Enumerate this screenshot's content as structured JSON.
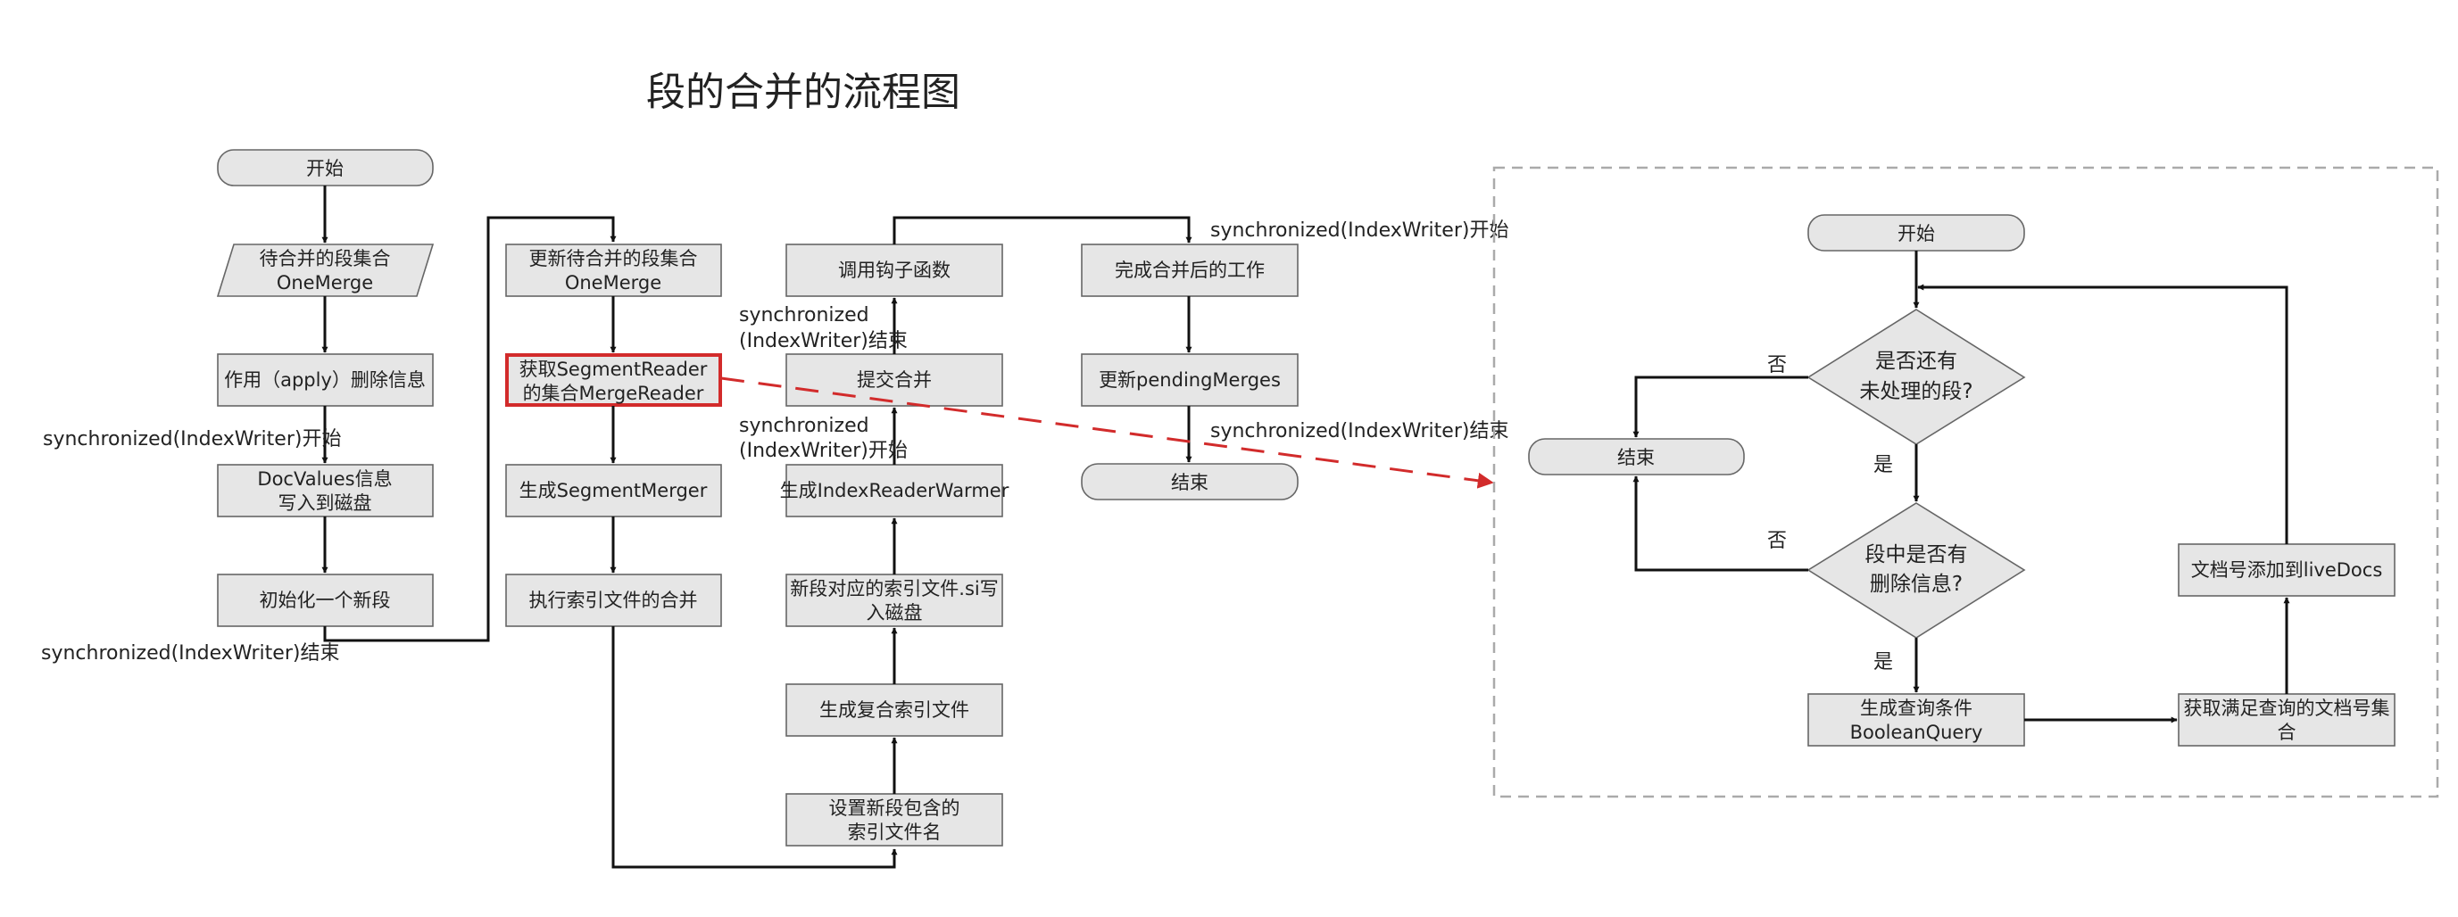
{
  "title": "段的合并的流程图",
  "colors": {
    "node_fill": "#e6e6e6",
    "node_stroke": "#666666",
    "highlight": "#d22b2b",
    "edge": "#111111",
    "frame": "#aaaaaa"
  },
  "main_flow": {
    "start": "开始",
    "merge_set_1": "待合并的段集合",
    "merge_set_2": "OneMerge",
    "apply_deletes": "作用（apply）删除信息",
    "docvalues_1": "DocValues信息",
    "docvalues_2": "写入到磁盘",
    "init_segment": "初始化一个新段",
    "update_set_1": "更新待合并的段集合",
    "update_set_2": "OneMerge",
    "get_reader_1": "获取SegmentReader",
    "get_reader_2": "的集合MergeReader",
    "gen_merger": "生成SegmentMerger",
    "exec_merge": "执行索引文件的合并",
    "set_files_1": "设置新段包含的",
    "set_files_2": "索引文件名",
    "gen_compound": "生成复合索引文件",
    "write_si_1": "新段对应的索引文件.si写",
    "write_si_2": "入磁盘",
    "gen_warmer": "生成IndexReaderWarmer",
    "commit_merge": "提交合并",
    "call_hook": "调用钩子函数",
    "finish_work": "完成合并后的工作",
    "update_pending": "更新pendingMerges",
    "end": "结束"
  },
  "annotations": {
    "sync_start_1": "synchronized(IndexWriter)开始",
    "sync_end_1": "synchronized(IndexWriter)结束",
    "sync_end_2a": "synchronized",
    "sync_end_2b": "(IndexWriter)结束",
    "sync_start_2a": "synchronized",
    "sync_start_2b": "(IndexWriter)开始",
    "sync_start_3": "synchronized(IndexWriter)开始",
    "sync_end_3": "synchronized(IndexWriter)结束"
  },
  "sub_flow": {
    "start": "开始",
    "decision1_a": "是否还有",
    "decision1_b": "未处理的段?",
    "end": "结束",
    "no_1": "否",
    "yes_1": "是",
    "decision2_a": "段中是否有",
    "decision2_b": "删除信息?",
    "no_2": "否",
    "yes_2": "是",
    "gen_query_1": "生成查询条件",
    "gen_query_2": "BooleanQuery",
    "get_docs_1": "获取满足查询的文档号集",
    "get_docs_2": "合",
    "add_live": "文档号添加到liveDocs"
  }
}
